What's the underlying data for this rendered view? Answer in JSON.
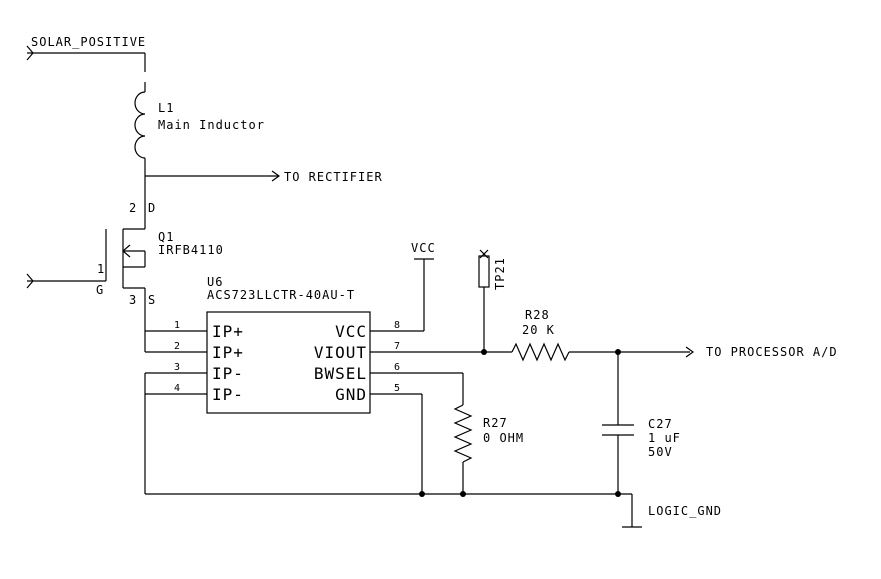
{
  "nets": {
    "solar_positive": "SOLAR_POSITIVE",
    "to_rectifier": "TO RECTIFIER",
    "vcc": "VCC",
    "to_processor": "TO PROCESSOR A/D",
    "logic_gnd": "LOGIC_GND"
  },
  "inductor": {
    "ref": "L1",
    "value": "Main Inductor"
  },
  "mosfet": {
    "ref": "Q1",
    "value": "IRFB4110",
    "pin_d_num": "2",
    "pin_d": "D",
    "pin_g_num": "1",
    "pin_g": "G",
    "pin_s_num": "3",
    "pin_s": "S"
  },
  "ic": {
    "ref": "U6",
    "value": "ACS723LLCTR-40AU-T",
    "left_pins": [
      {
        "num": "1",
        "name": "IP+"
      },
      {
        "num": "2",
        "name": "IP+"
      },
      {
        "num": "3",
        "name": "IP-"
      },
      {
        "num": "4",
        "name": "IP-"
      }
    ],
    "right_pins": [
      {
        "num": "8",
        "name": "VCC"
      },
      {
        "num": "7",
        "name": "VIOUT"
      },
      {
        "num": "6",
        "name": "BWSEL"
      },
      {
        "num": "5",
        "name": "GND"
      }
    ]
  },
  "testpoint": {
    "ref": "TP21"
  },
  "r28": {
    "ref": "R28",
    "value": "20 K"
  },
  "r27": {
    "ref": "R27",
    "value": "0 OHM"
  },
  "c27": {
    "ref": "C27",
    "value": "1 uF",
    "voltage": "50V"
  }
}
